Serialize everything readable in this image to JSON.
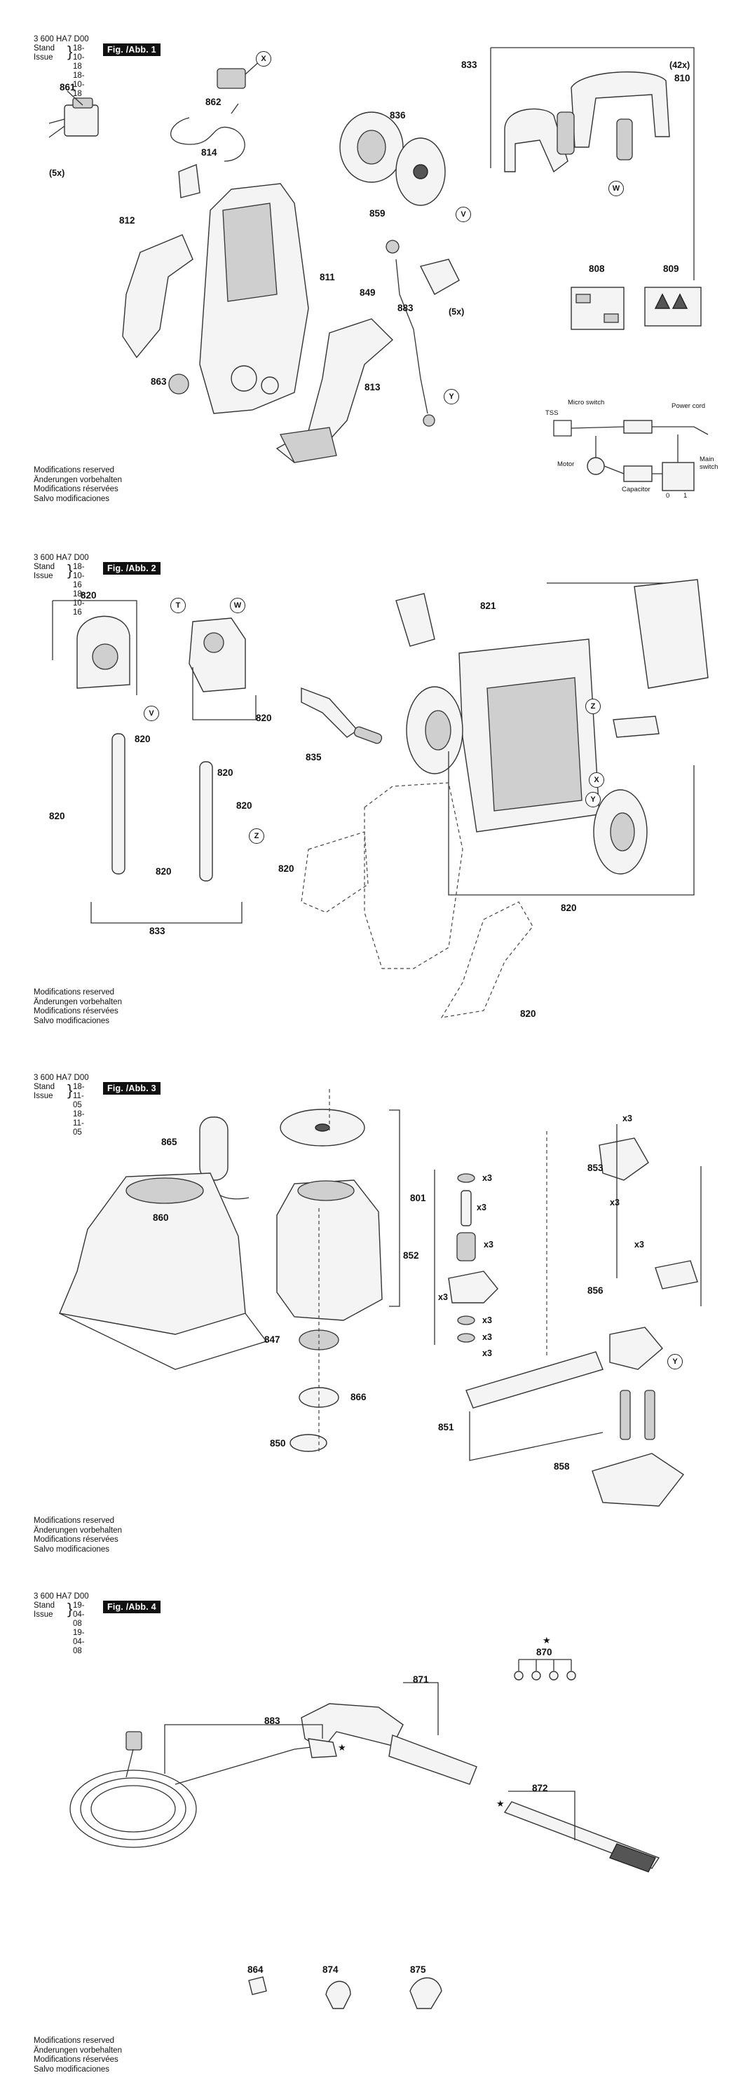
{
  "sheets": [
    {
      "code": "3 600 HA7 D00",
      "stand_label": "Stand",
      "issue_label": "Issue",
      "stand_date": "18-10-18",
      "issue_date": "18-10-18",
      "fig": "Fig. /Abb. 1",
      "mods": [
        "Modifications reserved",
        "Änderungen vorbehalten",
        "Modifications réservées",
        "Salvo modificaciones"
      ],
      "labels": [
        "861",
        "(5x)",
        "862",
        "814",
        "812",
        "863",
        "811",
        "813",
        "836",
        "859",
        "849",
        "883",
        "(5x)",
        "833",
        "(42x)",
        "810",
        "808",
        "809"
      ],
      "circles": [
        "X",
        "V",
        "Y",
        "W"
      ],
      "wiring": {
        "tss": "TSS",
        "micro": "Micro switch",
        "power": "Power cord",
        "motor": "Motor",
        "capacitor": "Capacitor",
        "main": "Main switch",
        "zero": "0",
        "one": "1"
      }
    },
    {
      "code": "3 600 HA7 D00",
      "stand_label": "Stand",
      "issue_label": "Issue",
      "stand_date": "18-10-16",
      "issue_date": "18-10-16",
      "fig": "Fig. /Abb. 2",
      "mods": [
        "Modifications reserved",
        "Änderungen vorbehalten",
        "Modifications réservées",
        "Salvo modificaciones"
      ],
      "labels": [
        "820",
        "820",
        "820",
        "821",
        "820",
        "835",
        "820",
        "820",
        "820",
        "833",
        "820",
        "820",
        "820"
      ],
      "circles": [
        "T",
        "W",
        "V",
        "Z",
        "Z",
        "X",
        "Y"
      ]
    },
    {
      "code": "3 600 HA7 D00",
      "stand_label": "Stand",
      "issue_label": "Issue",
      "stand_date": "18-11-05",
      "issue_date": "18-11-05",
      "fig": "Fig. /Abb. 3",
      "mods": [
        "Modifications reserved",
        "Änderungen vorbehalten",
        "Modifications réservées",
        "Salvo modificaciones"
      ],
      "labels": [
        "865",
        "801",
        "860",
        "847",
        "866",
        "850",
        "852",
        "853",
        "856",
        "851",
        "858"
      ],
      "counts": [
        "x3",
        "x3",
        "x3",
        "x3",
        "x3",
        "x3",
        "x3",
        "x3",
        "x3",
        "x3"
      ],
      "circles": [
        "Y"
      ]
    },
    {
      "code": "3 600 HA7 D00",
      "stand_label": "Stand",
      "issue_label": "Issue",
      "stand_date": "19-04-08",
      "issue_date": "19-04-08",
      "fig": "Fig. /Abb. 4",
      "mods": [
        "Modifications reserved",
        "Änderungen vorbehalten",
        "Modifications réservées",
        "Salvo modificaciones"
      ],
      "labels": [
        "870",
        "871",
        "883",
        "872",
        "864",
        "874",
        "875"
      ],
      "star": "★"
    }
  ]
}
